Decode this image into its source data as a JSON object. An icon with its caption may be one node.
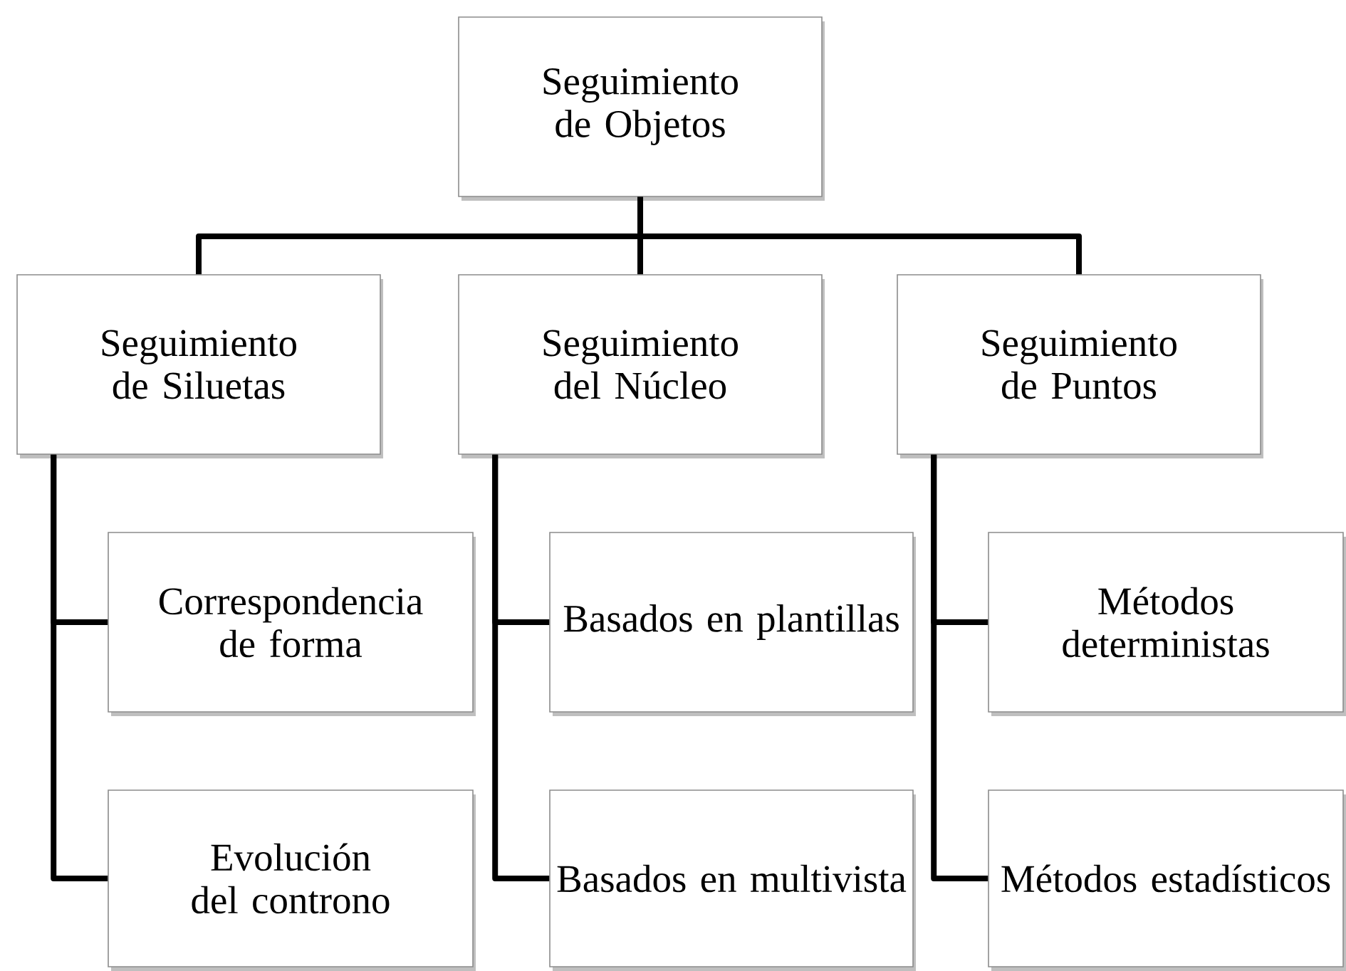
{
  "diagram": {
    "nodes": [
      {
        "text": [
          "Seguimiento de Objetos"
        ]
      },
      {
        "text": [
          "Seguimiento de Siluetas"
        ]
      },
      {
        "text": [
          "Seguimiento del Núcleo"
        ]
      },
      {
        "text": [
          "Seguimiento de Puntos"
        ]
      },
      {
        "text": [
          "Correspondencia de forma"
        ]
      },
      {
        "text": [
          "Basados en plantillas"
        ]
      },
      {
        "text": [
          "Métodos deterministas"
        ]
      },
      {
        "text": [
          "Evolución del controno"
        ]
      },
      {
        "text": [
          "Basados en multivista"
        ]
      },
      {
        "text": [
          "Métodos estadísticos"
        ]
      }
    ],
    "edges": [
      {
        "from": 0,
        "to": 1,
        "arrow": "none"
      },
      {
        "from": 0,
        "to": 2,
        "arrow": "none"
      },
      {
        "from": 0,
        "to": 3,
        "arrow": "none"
      },
      {
        "from": 1,
        "to": 4,
        "arrow": "none"
      },
      {
        "from": 1,
        "to": 7,
        "arrow": "none"
      },
      {
        "from": 2,
        "to": 5,
        "arrow": "none"
      },
      {
        "from": 2,
        "to": 8,
        "arrow": "none"
      },
      {
        "from": 3,
        "to": 6,
        "arrow": "none"
      },
      {
        "from": 3,
        "to": 9,
        "arrow": "none"
      }
    ]
  }
}
